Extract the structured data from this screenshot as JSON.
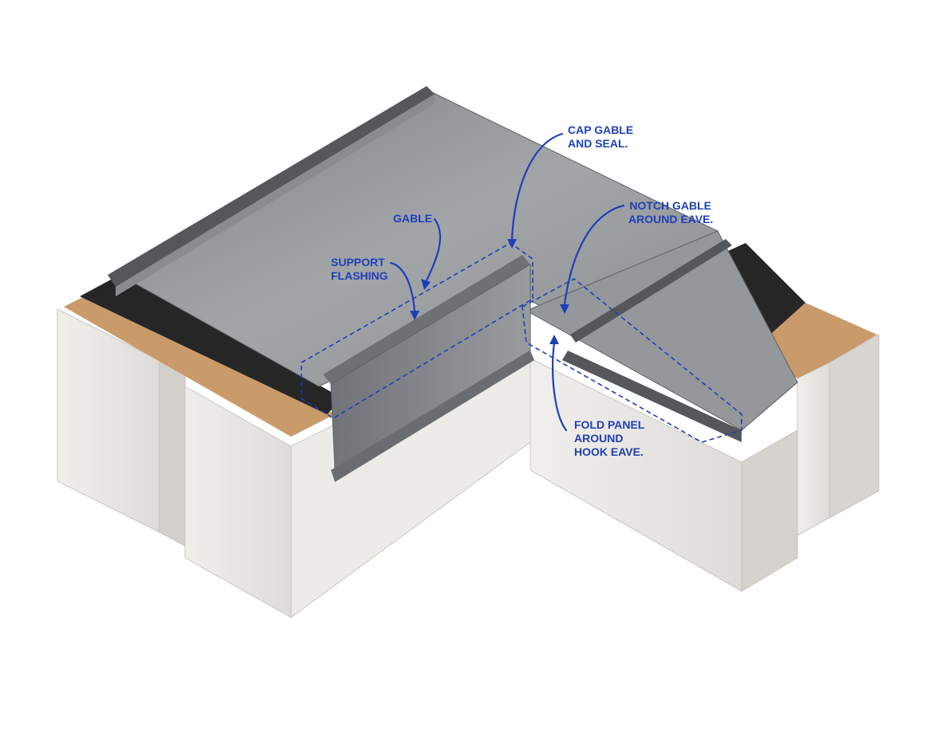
{
  "colors": {
    "annotation": "#1f3fb5",
    "panel_metal": "#8e9194",
    "panel_metal_light": "#a7aaad",
    "panel_metal_dark": "#5e6164",
    "underlayment": "#262626",
    "plywood": "#c99a6a",
    "drywall": "#e9e7e4",
    "background": "#ffffff"
  },
  "callouts": {
    "cap_gable": {
      "line1": "CAP GABLE",
      "line2": "AND SEAL."
    },
    "notch_gable": {
      "line1": "NOTCH GABLE",
      "line2": "AROUND EAVE."
    },
    "gable": {
      "line1": "GABLE"
    },
    "support_flashing": {
      "line1": "SUPPORT",
      "line2": "FLASHING"
    },
    "fold_panel": {
      "line1": "FOLD PANEL",
      "line2": "AROUND",
      "line3": "HOOK EAVE."
    }
  }
}
